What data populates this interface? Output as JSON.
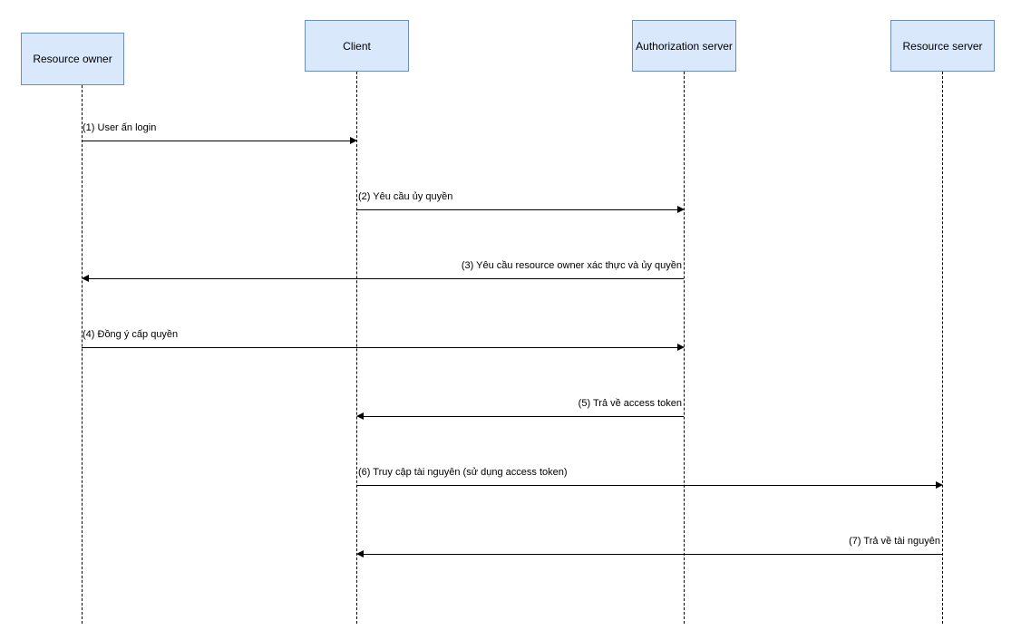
{
  "participants": [
    {
      "id": "resource-owner",
      "label": "Resource owner"
    },
    {
      "id": "client",
      "label": "Client"
    },
    {
      "id": "authorization-server",
      "label": "Authorization server"
    },
    {
      "id": "resource-server",
      "label": "Resource server"
    }
  ],
  "messages": [
    {
      "label": "(1) User ấn login",
      "from": "resource-owner",
      "to": "client"
    },
    {
      "label": "(2) Yêu cầu ủy quyền",
      "from": "client",
      "to": "authorization-server"
    },
    {
      "label": "(3) Yêu cầu resource owner xác thực và ủy quyền",
      "from": "authorization-server",
      "to": "resource-owner"
    },
    {
      "label": "(4) Đồng ý cấp quyền",
      "from": "resource-owner",
      "to": "authorization-server"
    },
    {
      "label": "(5) Trả về access token",
      "from": "authorization-server",
      "to": "client"
    },
    {
      "label": "(6) Truy cập tài nguyên (sử dụng access token)",
      "from": "client",
      "to": "resource-server"
    },
    {
      "label": "(7) Trả về tài nguyên",
      "from": "resource-server",
      "to": "client"
    }
  ],
  "colors": {
    "box_fill": "#dae8fc",
    "box_stroke": "#6c8ebf",
    "line": "#000000"
  }
}
